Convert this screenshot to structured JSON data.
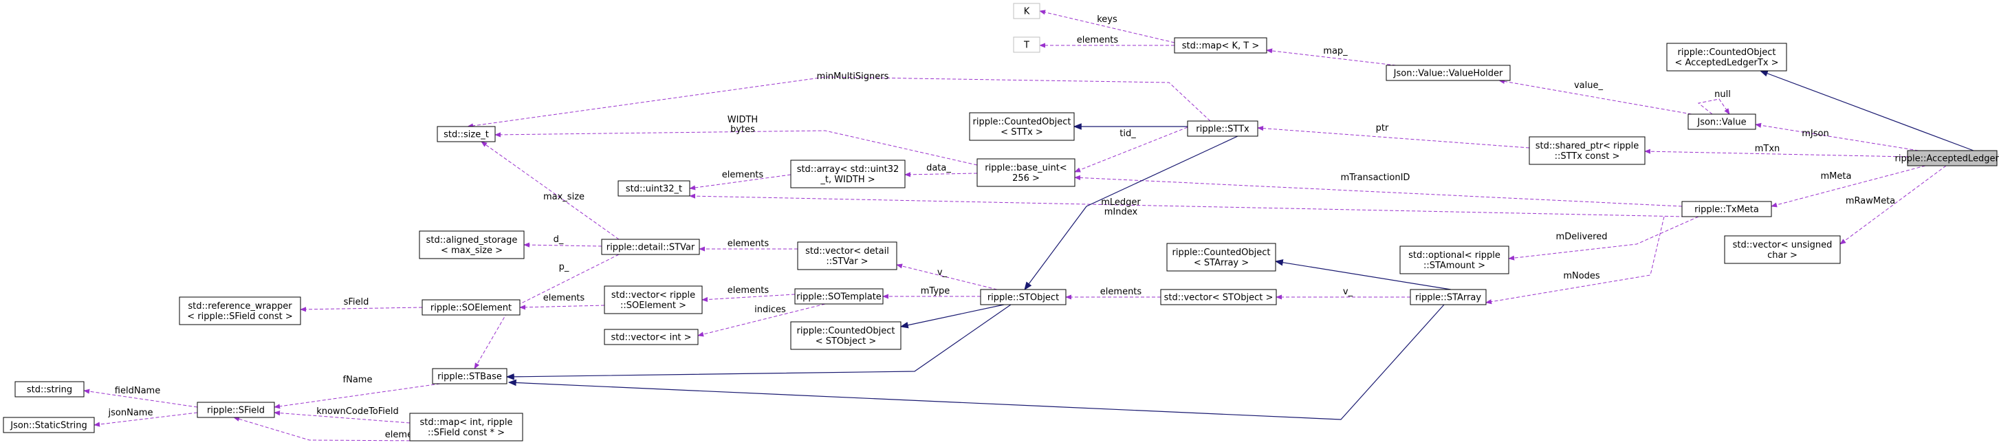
{
  "diagram": {
    "nodes": {
      "K": [
        "K"
      ],
      "T": [
        "T"
      ],
      "map_kt": [
        "std::map< K, T >"
      ],
      "valueholder": [
        "Json::Value::ValueHolder"
      ],
      "counted_alt": [
        "ripple::CountedObject",
        "< AcceptedLedgerTx >"
      ],
      "json_value": [
        "Json::Value"
      ],
      "accepted": [
        "ripple::AcceptedLedgerTx"
      ],
      "size_t": [
        "std::size_t"
      ],
      "counted_sttx": [
        "ripple::CountedObject",
        "< STTx >"
      ],
      "sttx": [
        "ripple::STTx"
      ],
      "shared_ptr": [
        "std::shared_ptr< ripple",
        "::STTx const >"
      ],
      "uint32": [
        "std::uint32_t"
      ],
      "array": [
        "std::array< std::uint32",
        "_t, WIDTH >"
      ],
      "base_uint": [
        "ripple::base_uint<",
        "256 >"
      ],
      "txmeta": [
        "ripple::TxMeta"
      ],
      "vec_uchar": [
        "std::vector< unsigned",
        "char >"
      ],
      "aligned": [
        "std::aligned_storage",
        "< max_size >"
      ],
      "stvar": [
        "ripple::detail::STVar"
      ],
      "vec_stvar": [
        "std::vector< detail",
        "::STVar >"
      ],
      "counted_starray": [
        "ripple::CountedObject",
        "< STArray >"
      ],
      "optional": [
        "std::optional< ripple",
        "::STAmount >"
      ],
      "refwrap": [
        "std::reference_wrapper",
        "< ripple::SField const >"
      ],
      "soelement": [
        "ripple::SOElement"
      ],
      "vec_soelement": [
        "std::vector< ripple",
        "::SOElement >"
      ],
      "sotemplate": [
        "ripple::SOTemplate"
      ],
      "stobject": [
        "ripple::STObject"
      ],
      "vec_stobject": [
        "std::vector< STObject >"
      ],
      "starray": [
        "ripple::STArray"
      ],
      "vec_int": [
        "std::vector< int >"
      ],
      "counted_stobject": [
        "ripple::CountedObject",
        "< STObject >"
      ],
      "stbase": [
        "ripple::STBase"
      ],
      "string": [
        "std::string"
      ],
      "sfield": [
        "ripple::SField"
      ],
      "staticstring": [
        "Json::StaticString"
      ],
      "map_int": [
        "std::map< int, ripple",
        "::SField const * >"
      ]
    },
    "edge_labels": {
      "keys": "keys",
      "elements_T": "elements",
      "map_": "map_",
      "value_": "value_",
      "null": "null",
      "mJson": "mJson",
      "minMultiSigners": "minMultiSigners",
      "tid_": "tid_",
      "ptr": "ptr",
      "mTxn": "mTxn",
      "width_bytes": [
        "WIDTH",
        "bytes"
      ],
      "data_": "data_",
      "elements_u32": "elements",
      "mTransactionID": "mTransactionID",
      "mMeta": "mMeta",
      "mRawMeta": "mRawMeta",
      "max_size": "max_size",
      "mLedger_mIndex": [
        "mLedger",
        "mIndex"
      ],
      "d_": "d_",
      "elements_stvar": "elements",
      "mDelivered": "mDelivered",
      "v_vec": "v_",
      "p_": "p_",
      "sField": "sField",
      "elements_soe": "elements",
      "elements_sotemplate": "elements",
      "mType": "mType",
      "elements_stobj": "elements",
      "v_arr": "v_",
      "mNodes": "mNodes",
      "indices": "indices",
      "fName": "fName",
      "fieldName": "fieldName",
      "jsonName": "jsonName",
      "knownCodeToField": "knownCodeToField",
      "elements_sfield": "elements"
    },
    "colors": {
      "usage_edge": "#9a32cd",
      "inheritance_edge": "#191970",
      "highlight_fill": "#bfbfbf",
      "faded_border": "#bfbfbf"
    }
  }
}
